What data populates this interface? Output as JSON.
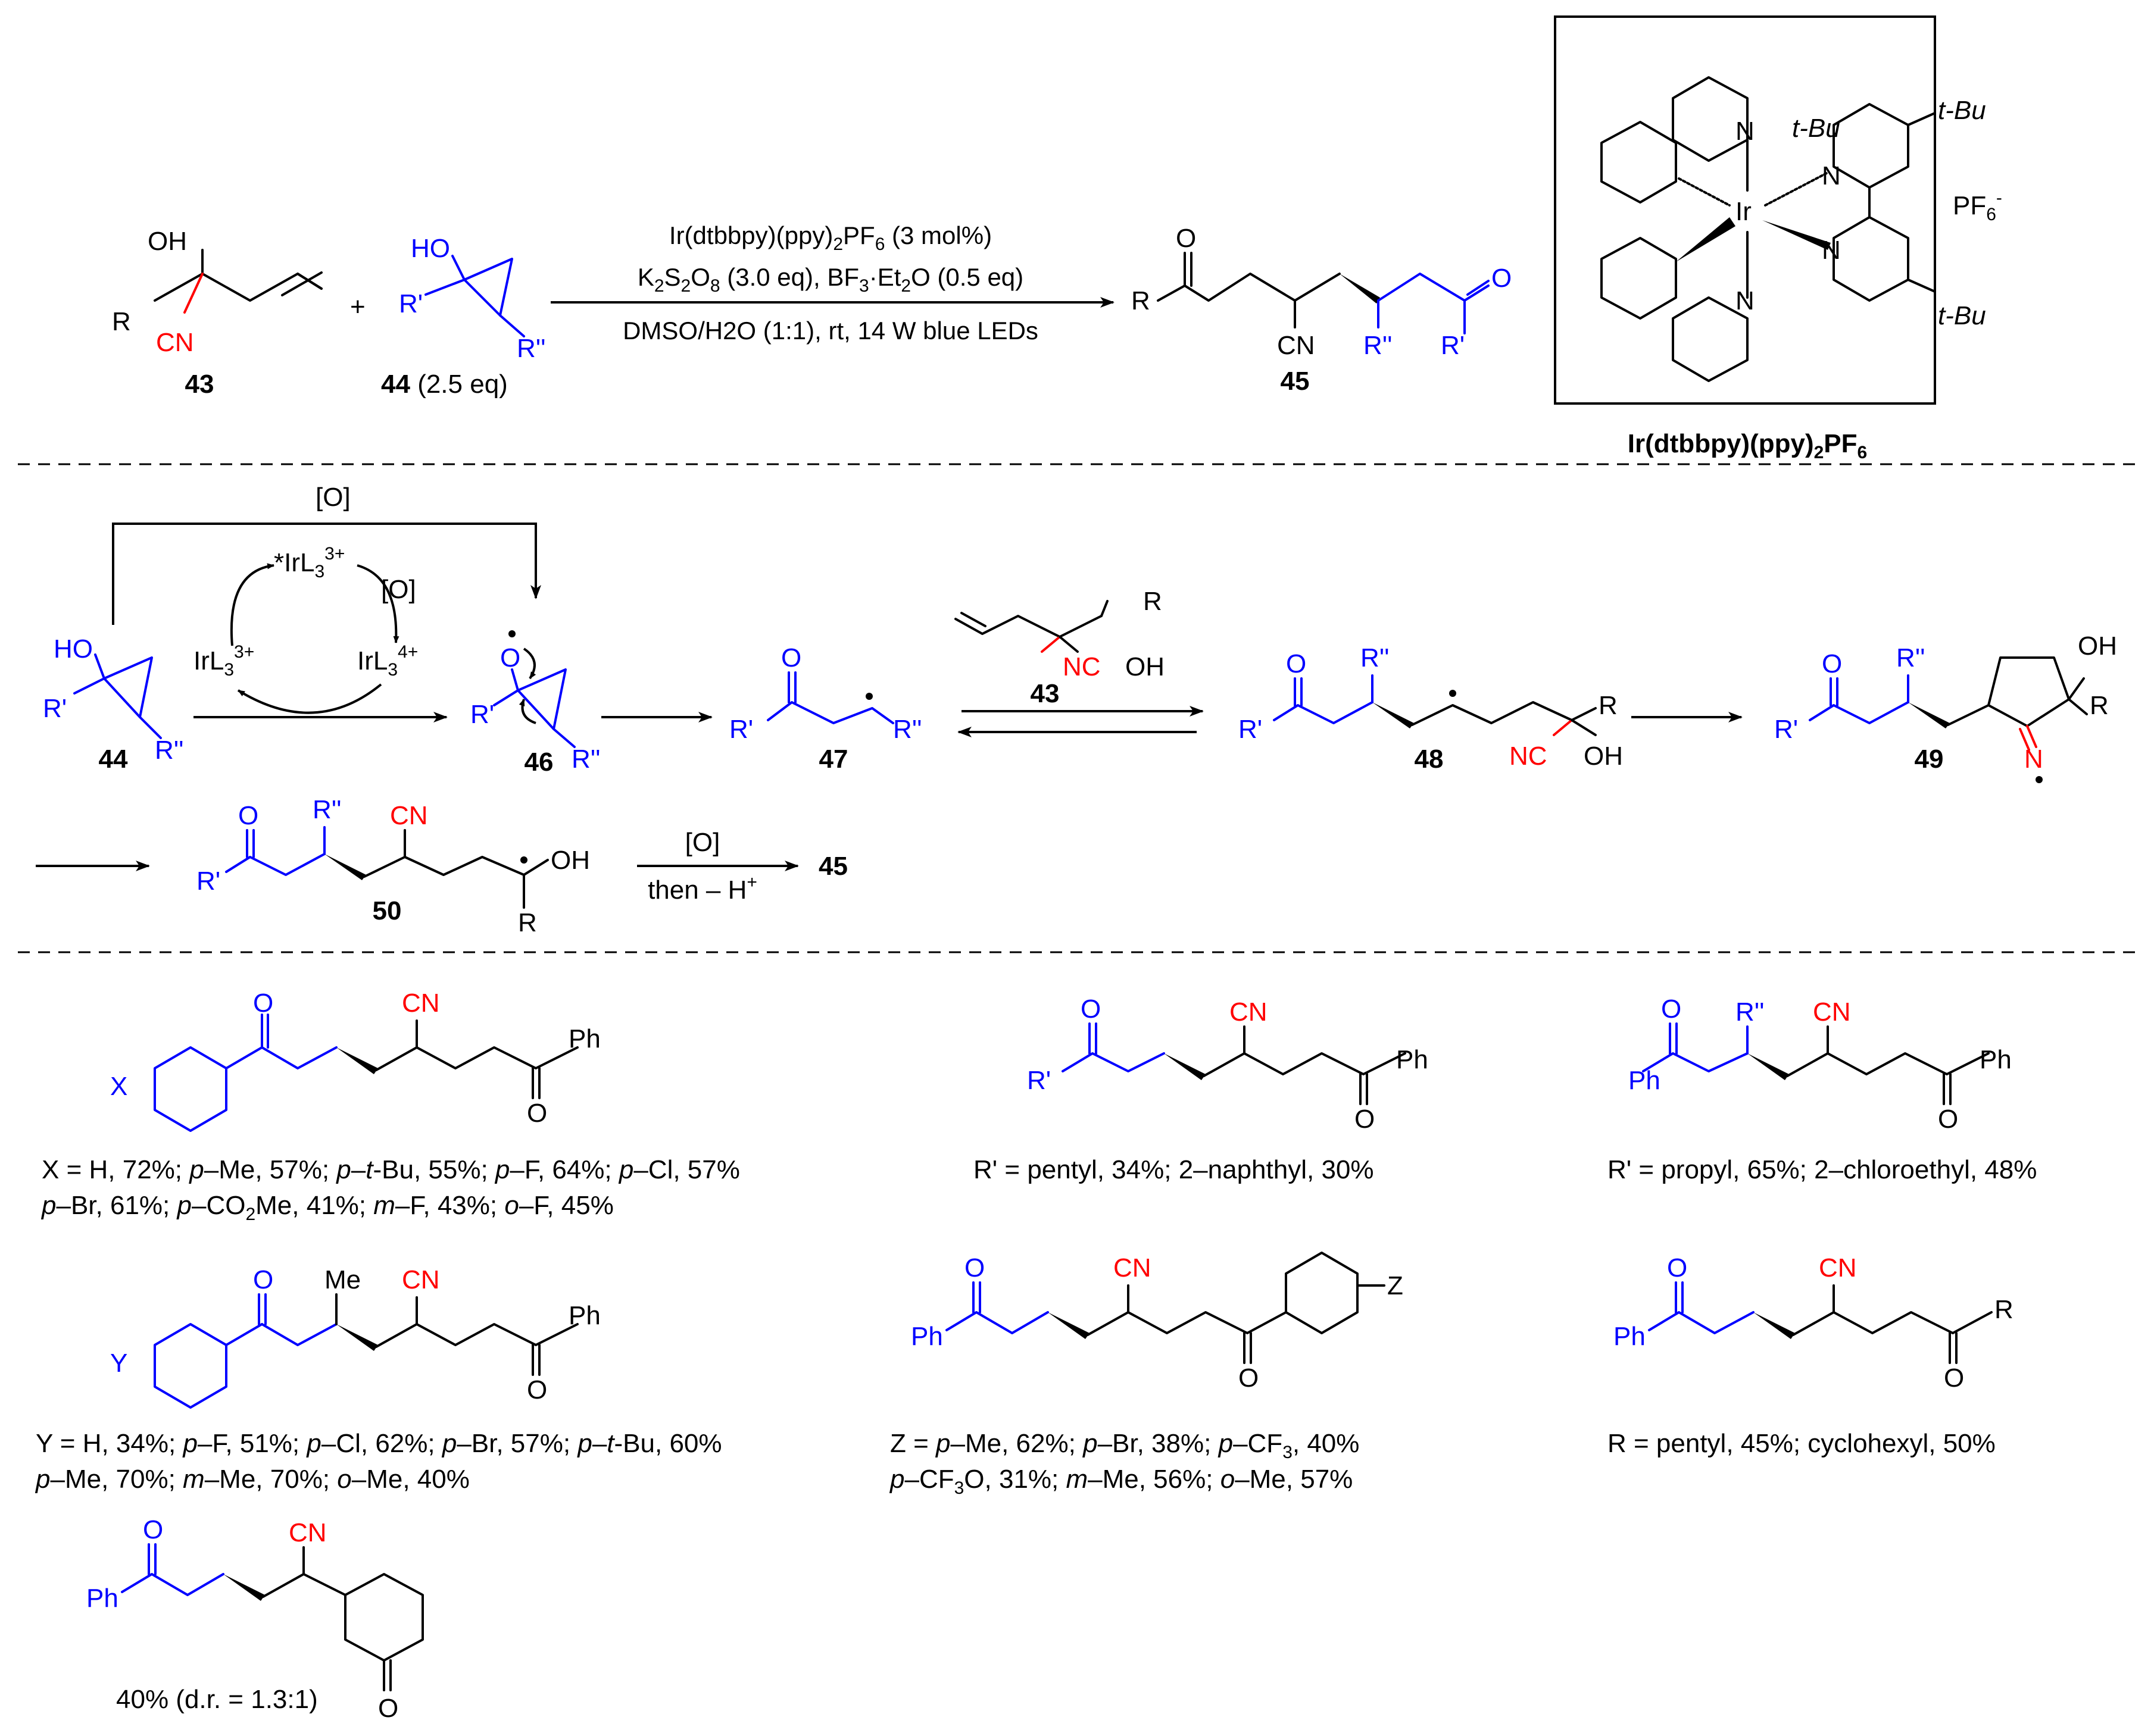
{
  "top_scheme": {
    "reactant_1": {
      "label": "43",
      "oh": "OH",
      "r": "R",
      "cn": "CN"
    },
    "plus": "+",
    "reactant_2": {
      "label": "44",
      "eq": "(2.5 eq)",
      "ho": "HO",
      "r1": "R'",
      "r2": "R''"
    },
    "conditions": {
      "line1_pre": "Ir(dtbbpy)(ppy)",
      "line1_sub": "2",
      "line1_mid": "PF",
      "line1_sub2": "6",
      "line1_post": " (3 mol%)",
      "line2_a": "K",
      "line2_a_sub": "2",
      "line2_b": "S",
      "line2_b_sub": "2",
      "line2_c": "O",
      "line2_c_sub": "8",
      "line2_d": " (3.0 eq), BF",
      "line2_d_sub": "3",
      "line2_e": "·Et",
      "line2_e_sub": "2",
      "line2_f": "O (0.5 eq)",
      "line3": "DMSO/H2O (1:1), rt, 14 W blue LEDs"
    },
    "product": {
      "label": "45",
      "r": "R",
      "o1": "O",
      "cn": "CN",
      "r2": "R''",
      "o2": "O",
      "r1": "R'"
    }
  },
  "catalyst_box": {
    "tbu_top": "t-Bu",
    "tbu_bot": "t-Bu",
    "n": "N",
    "ir": "Ir",
    "pf6": "PF",
    "pf6_sub": "6",
    "pf6_sup": "-",
    "caption_pre": "Ir(dtbbpy)(ppy)",
    "caption_sub": "2",
    "caption_mid": "PF",
    "caption_sub2": "6"
  },
  "mechanism": {
    "o_top": "[O]",
    "cycle": {
      "top": "*IrL",
      "top_sub": "3",
      "top_sup": "3+",
      "left": "IrL",
      "left_sub": "3",
      "left_sup": "3+",
      "right": "IrL",
      "right_sub": "3",
      "right_sup": "4+",
      "ox": "[O]"
    },
    "c44": {
      "label": "44",
      "ho": "HO",
      "r1": "R'",
      "r2": "R''"
    },
    "c46": {
      "label": "46",
      "o": "O",
      "r1": "R'",
      "r2": "R''"
    },
    "c47": {
      "label": "47",
      "o": "O",
      "r1": "R'",
      "r2": "R''"
    },
    "reagent43": {
      "label": "43",
      "r": "R",
      "nc": "NC",
      "oh": "OH"
    },
    "c48": {
      "label": "48",
      "o": "O",
      "r1": "R'",
      "r2": "R''",
      "r": "R",
      "nc": "NC",
      "oh": "OH"
    },
    "c49": {
      "label": "49",
      "o": "O",
      "r1": "R'",
      "r2": "R''",
      "oh": "OH",
      "r": "R",
      "n": "N"
    },
    "c50": {
      "label": "50",
      "o": "O",
      "r1": "R'",
      "r2": "R''",
      "cn": "CN",
      "oh": "OH",
      "r": "R"
    },
    "final": {
      "top": "[O]",
      "bottom": "then – H",
      "bottom_sup": "+",
      "product": "45"
    }
  },
  "scope": {
    "s1": {
      "o1": "O",
      "cn": "CN",
      "ph": "Ph",
      "o2": "O",
      "x": "X",
      "line1_parts": [
        "X = H, 72%; ",
        "p",
        "–Me, 57%; ",
        "p",
        "–",
        "t",
        "-Bu, 55%; ",
        "p",
        "–F, 64%; ",
        "p",
        "–Cl, 57%"
      ],
      "line2_parts": [
        "p",
        "–Br, 61%; ",
        "p",
        "–CO",
        "2",
        "Me, 41%; ",
        "m",
        "–F, 43%; ",
        "o",
        "–F, 45%"
      ]
    },
    "s2": {
      "o1": "O",
      "cn": "CN",
      "ph": "Ph",
      "o2": "O",
      "r1": "R'",
      "caption": "R' = pentyl, 34%; 2–naphthyl, 30%"
    },
    "s3": {
      "o1": "O",
      "r2": "R''",
      "cn": "CN",
      "ph1": "Ph",
      "ph2": "Ph",
      "o2": "O",
      "caption": "R' = propyl, 65%; 2–chloroethyl, 48%"
    },
    "s4": {
      "o1": "O",
      "me": "Me",
      "cn": "CN",
      "ph": "Ph",
      "o2": "O",
      "y": "Y",
      "line1_parts": [
        "Y = H, 34%; ",
        "p",
        "–F, 51%; ",
        "p",
        "–Cl, 62%; ",
        "p",
        "–Br, 57%; ",
        "p",
        "–",
        "t",
        "-Bu, 60%"
      ],
      "line2_parts": [
        "p",
        "–Me, 70%; ",
        "m",
        "–Me, 70%; ",
        "o",
        "–Me, 40%"
      ]
    },
    "s5": {
      "o1": "O",
      "cn": "CN",
      "ph": "Ph",
      "o2": "O",
      "z": "Z",
      "line1_parts": [
        "Z = ",
        "p",
        "–Me, 62%; ",
        "p",
        "–Br, 38%; ",
        "p",
        "–CF",
        "3",
        ", 40%"
      ],
      "line2_parts": [
        "p",
        "–CF",
        "3",
        "O, 31%; ",
        "m",
        "–Me, 56%; ",
        "o",
        "–Me, 57%"
      ]
    },
    "s6": {
      "o1": "O",
      "cn": "CN",
      "ph": "Ph",
      "o2": "O",
      "r": "R",
      "caption": "R = pentyl, 45%; cyclohexyl, 50%"
    },
    "s7": {
      "o1": "O",
      "cn": "CN",
      "ph": "Ph",
      "o2": "O",
      "caption": "40% (d.r. = 1.3:1)"
    }
  }
}
